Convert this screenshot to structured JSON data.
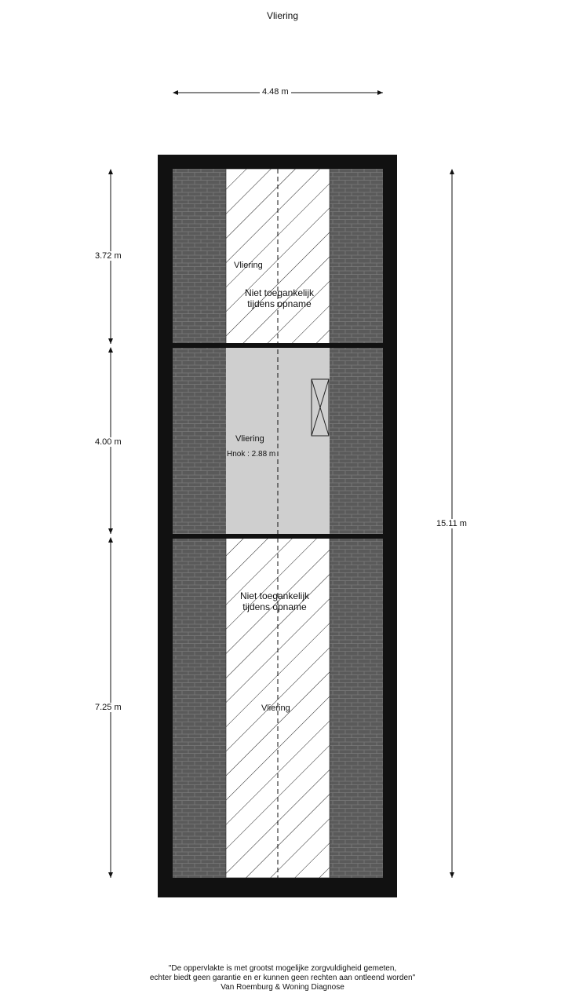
{
  "plan": {
    "title": "Vliering",
    "dimensions": {
      "width_top": "4.48 m",
      "left_top": "3.72 m",
      "left_middle": "4.00 m",
      "left_bottom": "7.25 m",
      "right_total": "15.11 m"
    },
    "rooms": {
      "top": {
        "name": "Vliering",
        "note_line1": "Niet toegankelijk",
        "note_line2": "tijdens opname"
      },
      "middle": {
        "name": "Vliering",
        "height": "Hnok : 2.88 m"
      },
      "bottom": {
        "name": "Vliering",
        "note_line1": "Niet toegankelijk",
        "note_line2": "tijdens opname"
      }
    },
    "colors": {
      "wall": "#111111",
      "roof_tiles": "#5a5a5a",
      "middle_room": "#cfcfcf",
      "hatch": "#222222"
    }
  },
  "footer": {
    "line1": "\"De oppervlakte is met grootst mogelijke zorgvuldigheid gemeten,",
    "line2": "echter biedt geen garantie en er kunnen geen rechten aan ontleend worden\"",
    "line3": "Van Roemburg & Woning Diagnose"
  }
}
